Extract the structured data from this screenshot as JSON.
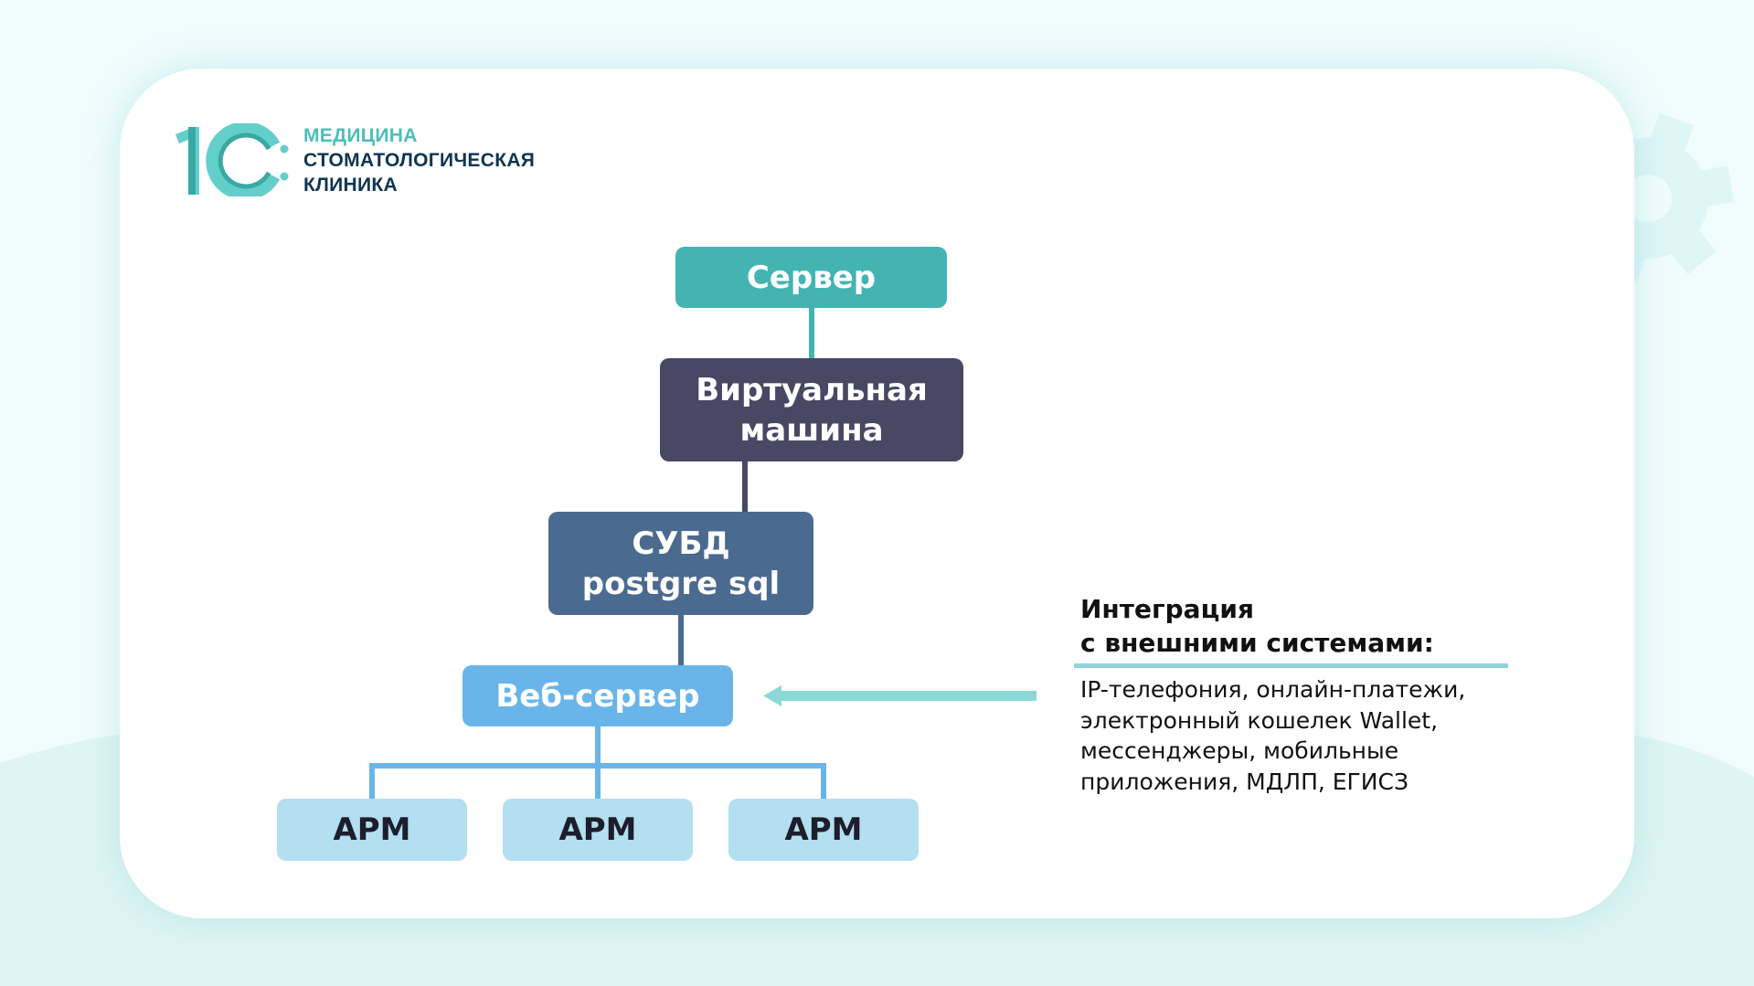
{
  "logo": {
    "mark": "1С:",
    "line1": "МЕДИЦИНА",
    "line2": "СТОМАТОЛОГИЧЕСКАЯ",
    "line3": "КЛИНИКА"
  },
  "diagram": {
    "server": "Сервер",
    "virtual_machine": [
      "Виртуальная",
      "машина"
    ],
    "dbms": [
      "СУБД",
      "postgre sql"
    ],
    "web_server": "Веб-сервер",
    "workstations": [
      "АРМ",
      "АРМ",
      "АРМ"
    ]
  },
  "integration": {
    "title_line1": "Интеграция",
    "title_line2": "с внешними системами:",
    "body_lines": [
      "IP-телефония, онлайн-платежи,",
      "электронный кошелек Wallet,",
      "мессенджеры, мобильные",
      "приложения, МДЛП, ЕГИСЗ"
    ]
  },
  "colors": {
    "teal": "#44b4b3",
    "vm": "#484764",
    "dbms": "#4b6a8f",
    "web": "#69b5ea",
    "arm": "#b3dff1",
    "arrow": "#8ad9d7",
    "logo_navy": "#0e3552"
  },
  "icons": {
    "background_decoration": "gear-icon",
    "integration_arrow": "arrow-left-icon"
  }
}
